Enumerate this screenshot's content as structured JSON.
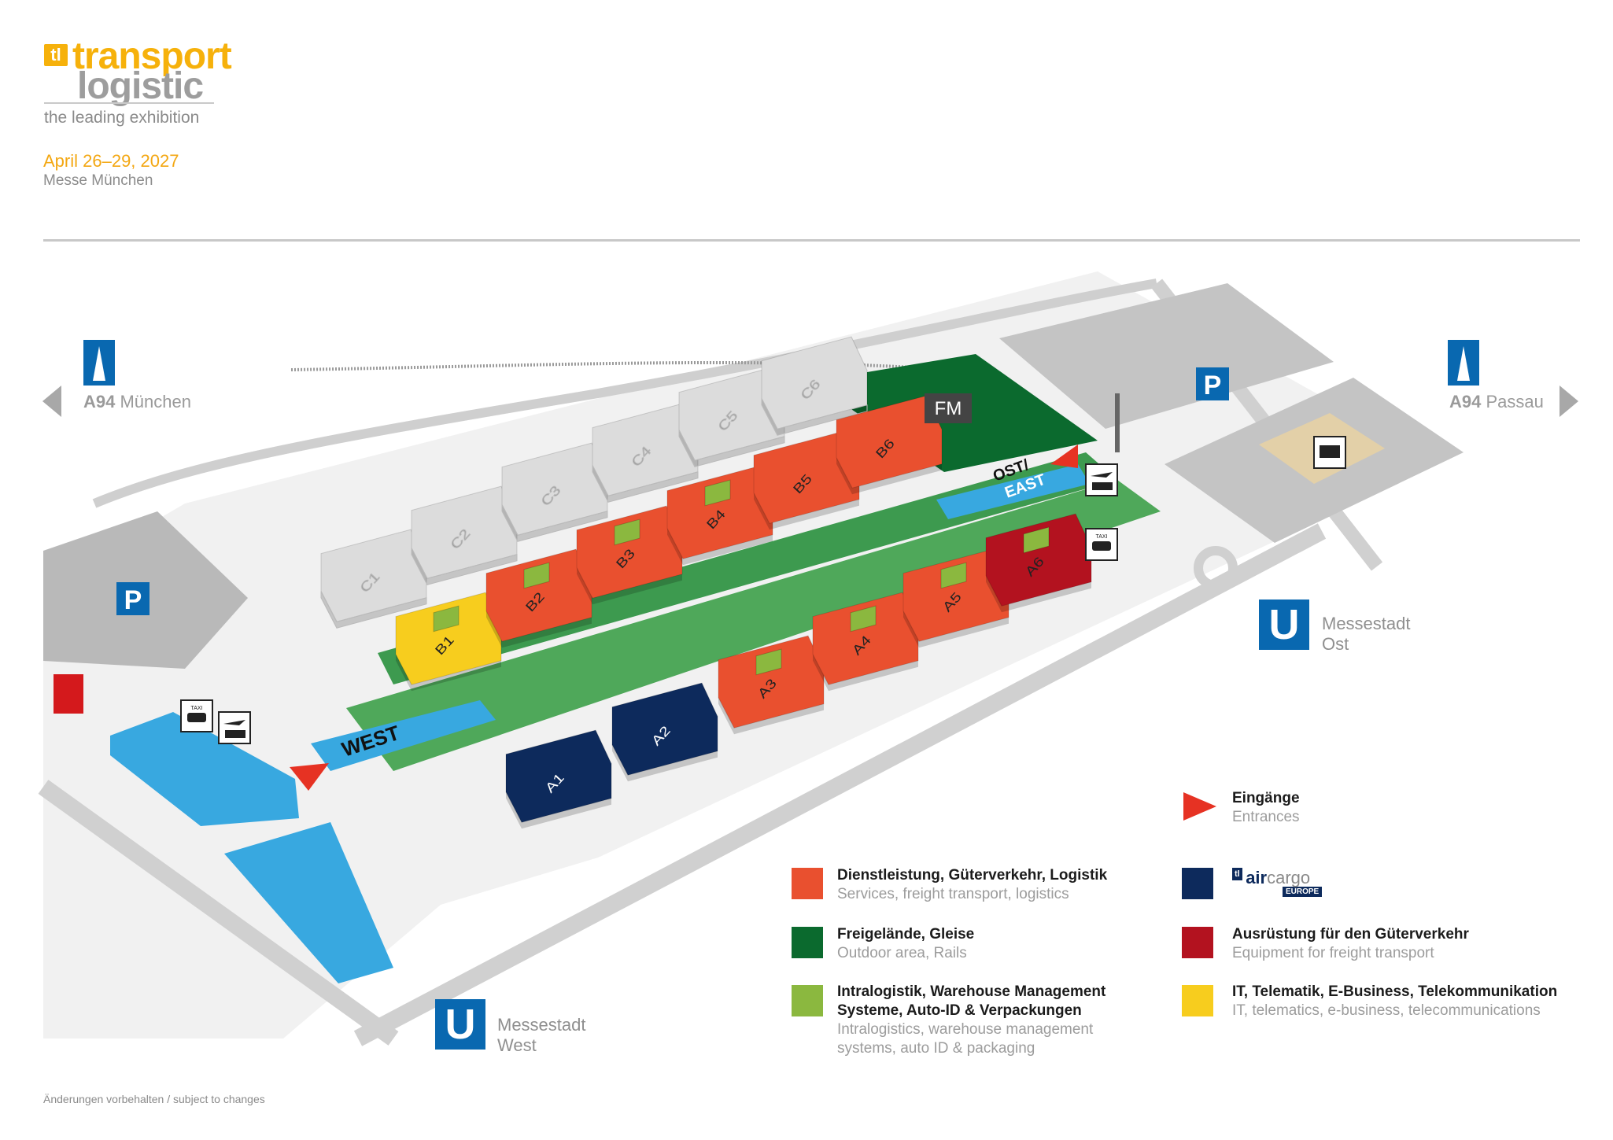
{
  "header": {
    "logo_badge": "tl",
    "logo_word1": "transport",
    "logo_word2": "logistic",
    "tagline": "the leading exhibition",
    "dates": "April 26–29, 2027",
    "venue": "Messe München"
  },
  "highways": {
    "left": {
      "road": "A94",
      "city": "München"
    },
    "right": {
      "road": "A94",
      "city": "Passau"
    }
  },
  "parking_label": "P",
  "subway": {
    "symbol": "U",
    "east": {
      "line1": "Messestadt",
      "line2": "Ost"
    },
    "west": {
      "line1": "Messestadt",
      "line2": "West"
    }
  },
  "map": {
    "halls_a": [
      "A1",
      "A2",
      "A3",
      "A4",
      "A5",
      "A6"
    ],
    "halls_b": [
      "B1",
      "B2",
      "B3",
      "B4",
      "B5",
      "B6"
    ],
    "halls_c": [
      "C1",
      "C2",
      "C3",
      "C4",
      "C5",
      "C6"
    ],
    "fm": "FM",
    "west_entrance": "WEST",
    "east_entrance_line1": "OST/",
    "east_entrance_line2": "EAST",
    "taxi": "TAXI"
  },
  "colors": {
    "services": "#e9502f",
    "outdoor": "#0b6a2e",
    "intralogistics": "#8bb83f",
    "aircargo": "#0d2a5c",
    "equipment": "#b3121f",
    "it": "#f7cd1e",
    "water": "#38a8e0",
    "walkway": "#4fa85a",
    "hall_grey": "#dcdcdc"
  },
  "legend": {
    "entrances": {
      "title": "Eingänge",
      "sub": "Entrances"
    },
    "services": {
      "title": "Dienstleistung, Güterverkehr, Logistik",
      "sub": "Services, freight transport, logistics"
    },
    "outdoor": {
      "title": "Freigelände, Gleise",
      "sub": "Outdoor area, Rails"
    },
    "intralogistics": {
      "title1": "Intralogistik, Warehouse Management",
      "title2": "Systeme, Auto-ID & Verpackungen",
      "sub1": "Intralogistics, warehouse management",
      "sub2": "systems, auto ID & packaging"
    },
    "aircargo": {
      "logo_air": "air",
      "logo_cargo": "cargo",
      "logo_europe": "EUROPE"
    },
    "equipment": {
      "title": "Ausrüstung für den Güterverkehr",
      "sub": "Equipment for freight transport"
    },
    "it": {
      "title": "IT, Telematik, E-Business, Telekommunikation",
      "sub": "IT, telematics, e-business, telecommunications"
    }
  },
  "footer": "Änderungen vorbehalten / subject to changes"
}
